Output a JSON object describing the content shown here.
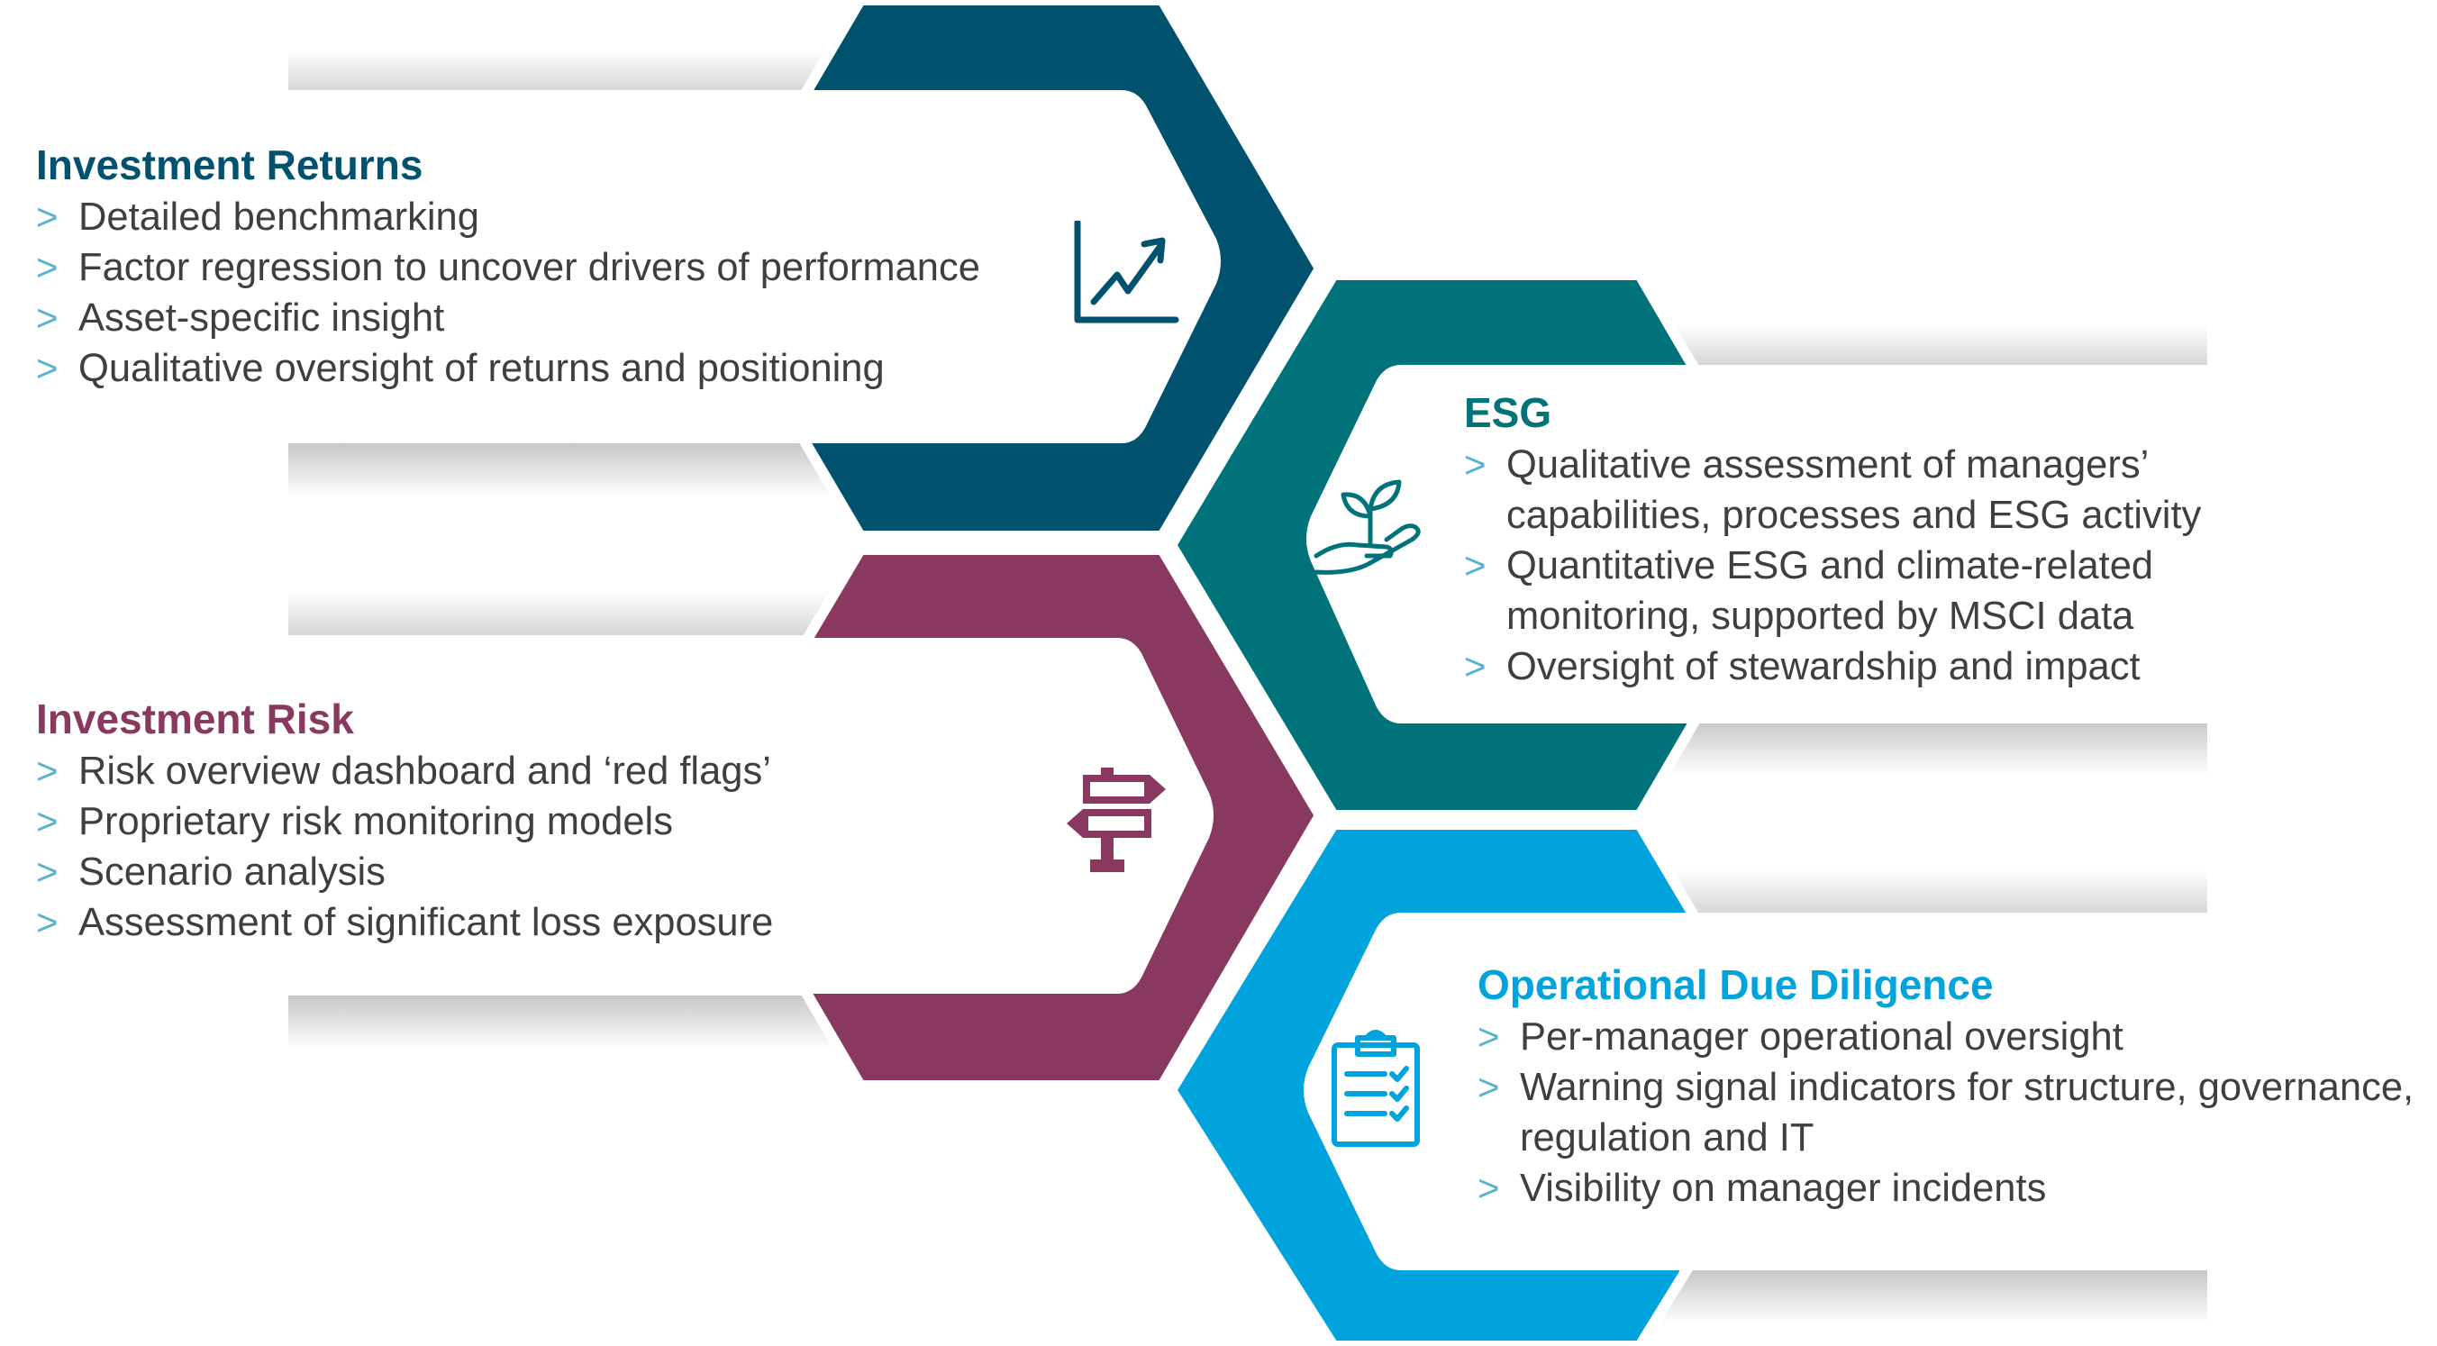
{
  "colors": {
    "returns": "#00526f",
    "esg": "#00737a",
    "risk": "#893960",
    "odd": "#00a3dc",
    "chevron": "#5ab4cb",
    "body_text": "#3f3f3f"
  },
  "sections": [
    {
      "id": "returns",
      "title": "Investment Returns",
      "icon": "line-chart-icon",
      "bullets": [
        "Detailed benchmarking",
        "Factor regression to uncover drivers of performance",
        "Asset-specific insight",
        "Qualitative oversight of returns and positioning"
      ]
    },
    {
      "id": "esg",
      "title": "ESG",
      "icon": "plant-in-hand-icon",
      "bullets": [
        "Qualitative assessment of managers’ capabilities, processes and ESG activity",
        "Quantitative ESG and climate-related monitoring, supported by MSCI data",
        "Oversight of stewardship and impact"
      ]
    },
    {
      "id": "risk",
      "title": "Investment Risk",
      "icon": "signpost-icon",
      "bullets": [
        "Risk overview dashboard and ‘red flags’",
        "Proprietary risk monitoring models",
        "Scenario analysis",
        "Assessment of significant loss exposure"
      ]
    },
    {
      "id": "odd",
      "title": "Operational Due Diligence",
      "icon": "clipboard-checklist-icon",
      "bullets": [
        "Per-manager operational oversight",
        "Warning signal indicators for structure, governance, regulation and IT",
        "Visibility on manager incidents"
      ]
    }
  ],
  "bullet_marker": ">"
}
